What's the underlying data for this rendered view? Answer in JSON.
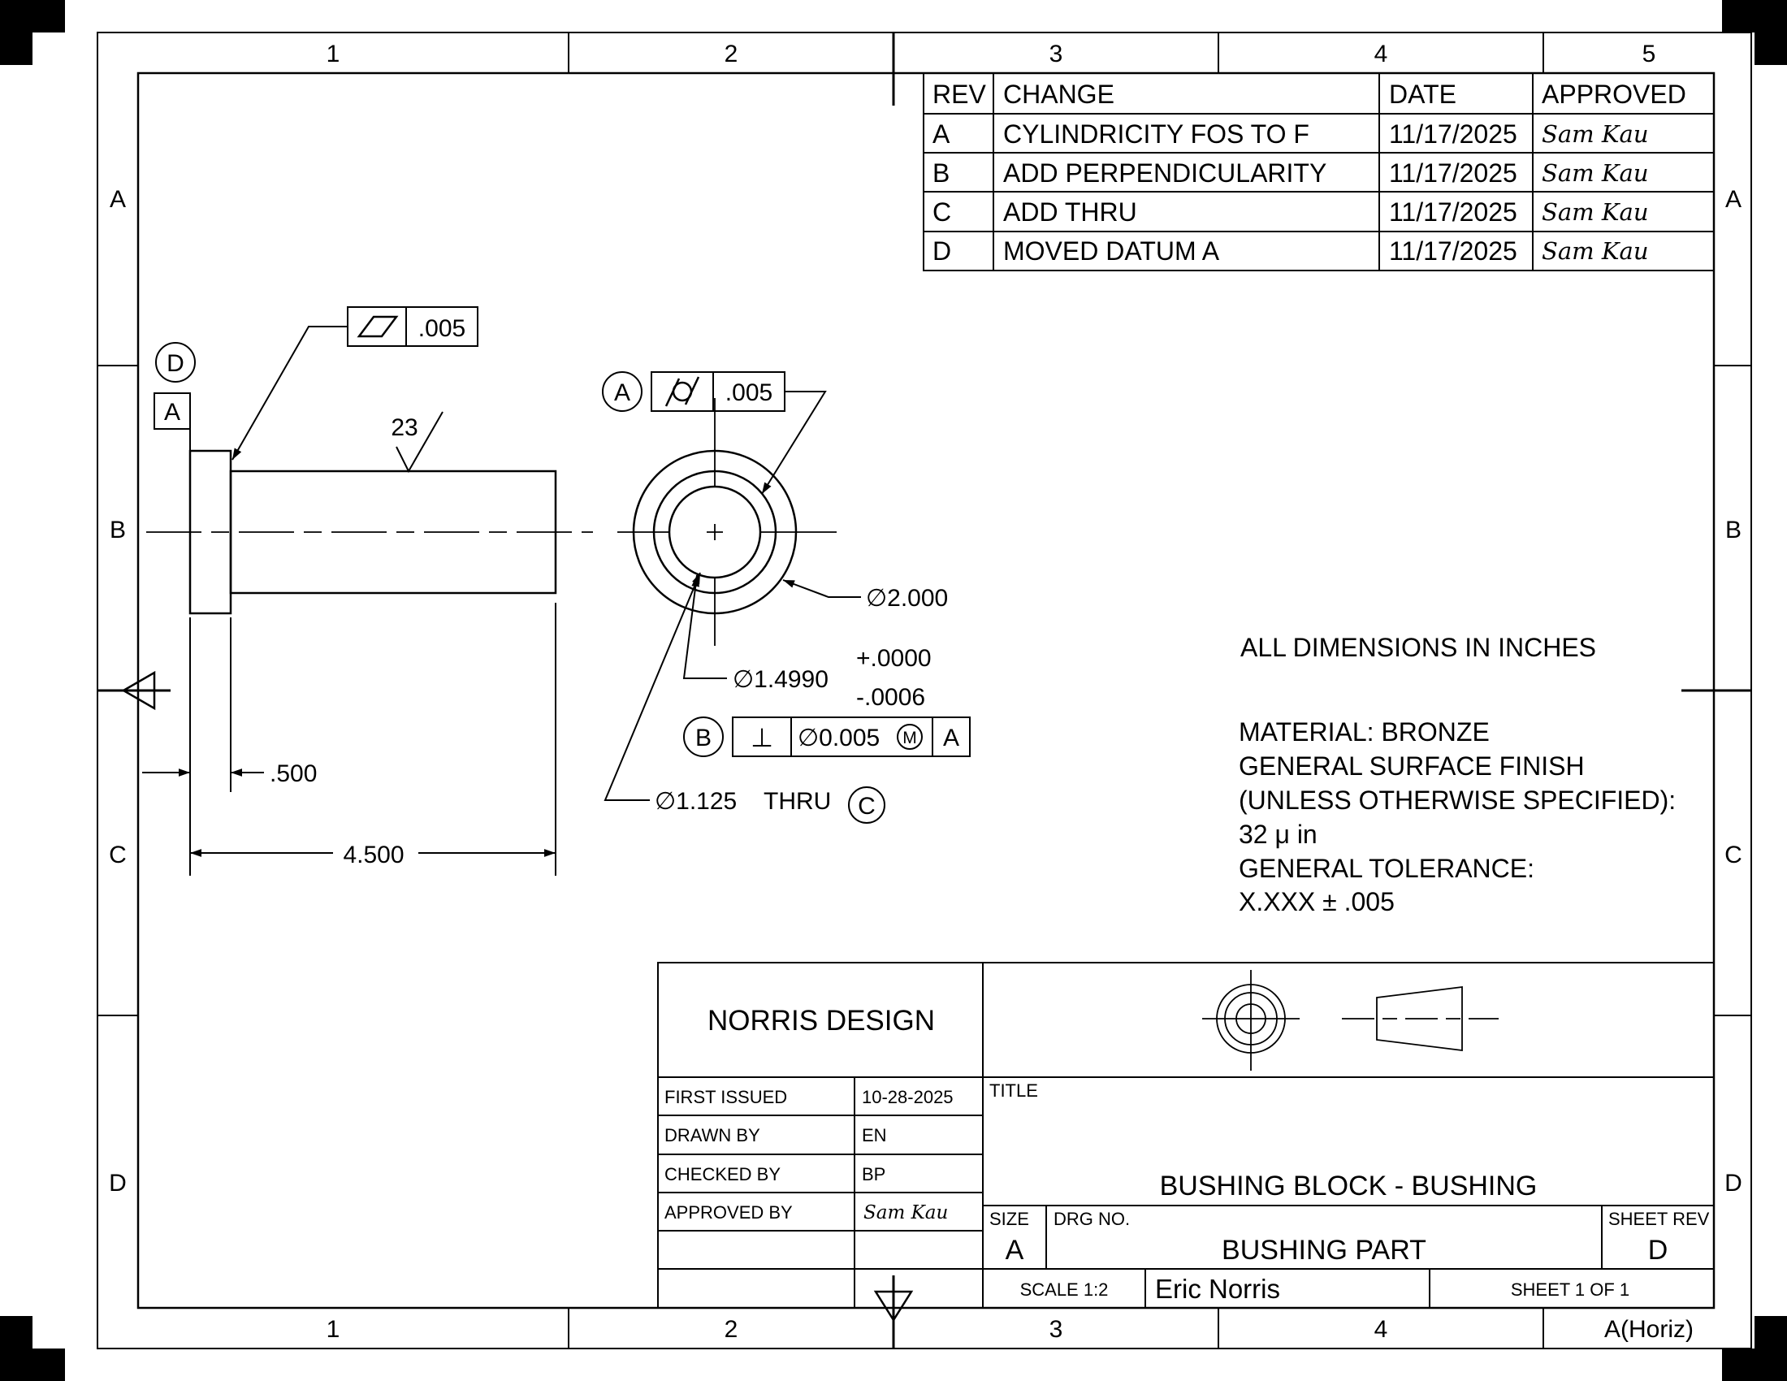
{
  "zones": {
    "columns": [
      "1",
      "2",
      "3",
      "4",
      "5"
    ],
    "bottom_right": "A(Horiz)",
    "rows": [
      "A",
      "B",
      "C",
      "D"
    ]
  },
  "revisions": {
    "headers": [
      "REV",
      "CHANGE",
      "DATE",
      "APPROVED"
    ],
    "rows": [
      {
        "rev": "A",
        "change": "CYLINDRICITY FOS TO F",
        "date": "11/17/2025",
        "approved": "Sam Kau"
      },
      {
        "rev": "B",
        "change": "ADD PERPENDICULARITY",
        "date": "11/17/2025",
        "approved": "Sam Kau"
      },
      {
        "rev": "C",
        "change": "ADD THRU",
        "date": "11/17/2025",
        "approved": "Sam Kau"
      },
      {
        "rev": "D",
        "change": "MOVED DATUM A",
        "date": "11/17/2025",
        "approved": "Sam Kau"
      }
    ]
  },
  "side_view": {
    "datum_bubble_d": "D",
    "datum_a": "A",
    "flatness_value": ".005",
    "surface_finish": "23",
    "flange_dim": ".500",
    "length_dim": "4.500"
  },
  "end_view": {
    "datum_bubble_a": "A",
    "cylindricity_value": ".005",
    "outer_dia": "∅2.000",
    "bore_dia": "∅1.4990",
    "bore_tol_plus": "+.0000",
    "bore_tol_minus": "-.0006",
    "datum_bubble_b": "B",
    "perp_symbol": "⊥",
    "perp_tol": "∅0.005",
    "perp_modifier": "M",
    "perp_datum": "A",
    "hole_dia": "∅1.125",
    "hole_thru": "THRU",
    "datum_bubble_c": "C"
  },
  "notes": {
    "units": "ALL DIMENSIONS IN INCHES",
    "material": "MATERIAL: BRONZE",
    "finish_1": "GENERAL SURFACE FINISH",
    "finish_2": "(UNLESS OTHERWISE SPECIFIED):",
    "finish_3": "32 μ in",
    "tolerance_1": "GENERAL TOLERANCE:",
    "tolerance_2": "X.XXX ± .005"
  },
  "title_block": {
    "company": "NORRIS DESIGN",
    "first_issued_label": "FIRST ISSUED",
    "first_issued": "10-28-2025",
    "drawn_by_label": "DRAWN BY",
    "drawn_by": "EN",
    "checked_by_label": "CHECKED BY",
    "checked_by": "BP",
    "approved_by_label": "APPROVED BY",
    "approved_by": "Sam Kau",
    "title_label": "TITLE",
    "title": "BUSHING BLOCK - BUSHING",
    "size_label": "SIZE",
    "size": "A",
    "drg_label": "DRG NO.",
    "drg_no": "BUSHING PART",
    "sheet_rev_label": "SHEET REV",
    "sheet_rev": "D",
    "scale": "SCALE 1:2",
    "author": "Eric Norris",
    "sheet": "SHEET 1 OF 1"
  }
}
